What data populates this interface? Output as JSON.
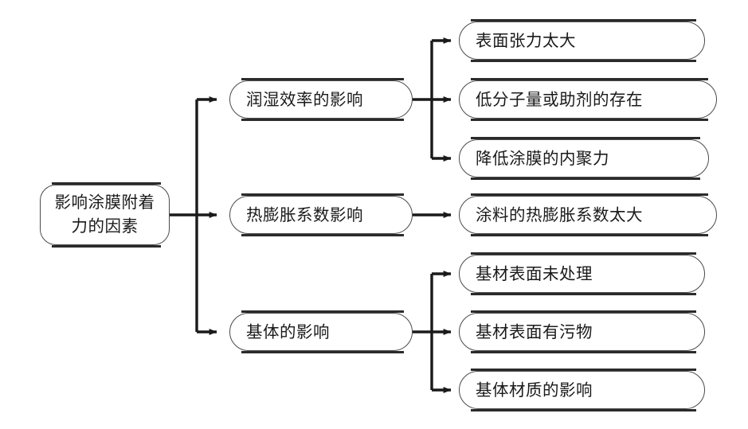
{
  "diagram": {
    "type": "tree",
    "orientation": "left-to-right",
    "title": "影响涂膜附着力的因素",
    "colors": {
      "background": "#ffffff",
      "node_fill": "#ffffff",
      "node_border": "#4a4a4a",
      "shadow": "#2b2b2b",
      "connector": "#1a1a1a",
      "text": "#1a1a1a"
    },
    "root": {
      "id": "root",
      "label": "影响涂膜附着\n力的因素"
    },
    "branches": [
      {
        "id": "branch-1",
        "label": "润湿效率的影响",
        "children": [
          {
            "id": "leaf-1-1",
            "label": "表面张力太大"
          },
          {
            "id": "leaf-1-2",
            "label": "低分子量或助剂的存在"
          },
          {
            "id": "leaf-1-3",
            "label": "降低涂膜的内聚力"
          }
        ]
      },
      {
        "id": "branch-2",
        "label": "热膨胀系数影响",
        "children": [
          {
            "id": "leaf-2-1",
            "label": "涂料的热膨胀系数太大"
          }
        ]
      },
      {
        "id": "branch-3",
        "label": "基体的影响",
        "children": [
          {
            "id": "leaf-3-1",
            "label": "基材表面未处理"
          },
          {
            "id": "leaf-3-2",
            "label": "基材表面有污物"
          },
          {
            "id": "leaf-3-3",
            "label": "基体材质的影响"
          }
        ]
      }
    ]
  }
}
